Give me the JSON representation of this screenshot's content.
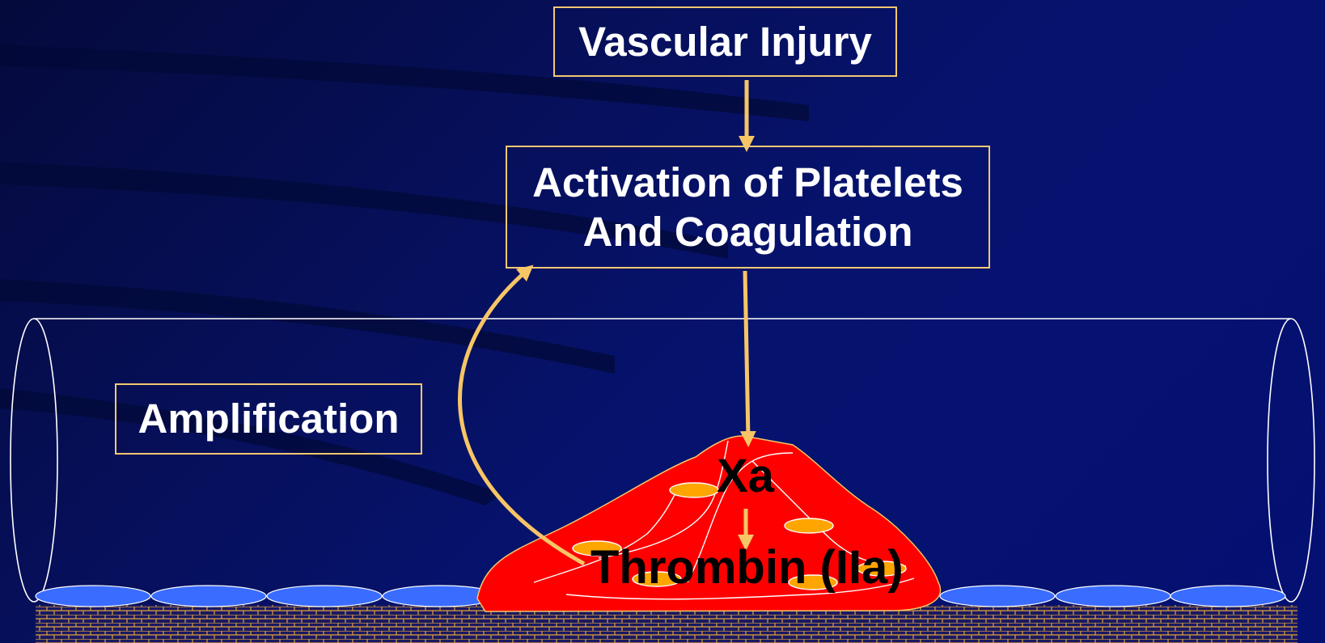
{
  "boxes": {
    "injury": "Vascular Injury",
    "activation_line1": "Activation of Platelets",
    "activation_line2": "And Coagulation",
    "amplification": "Amplification"
  },
  "clot_labels": {
    "xa": "Xa",
    "thrombin": "Thrombin (IIa)"
  },
  "colors": {
    "background": "#06136e",
    "box_border": "#f3c872",
    "arrow": "#f7c566",
    "clot": "#ff0000",
    "platelet": "#ffa500",
    "endothelial_cell": "#3a6cff",
    "vessel_outline": "#ffffff",
    "wall_brick": "#e0a040"
  }
}
